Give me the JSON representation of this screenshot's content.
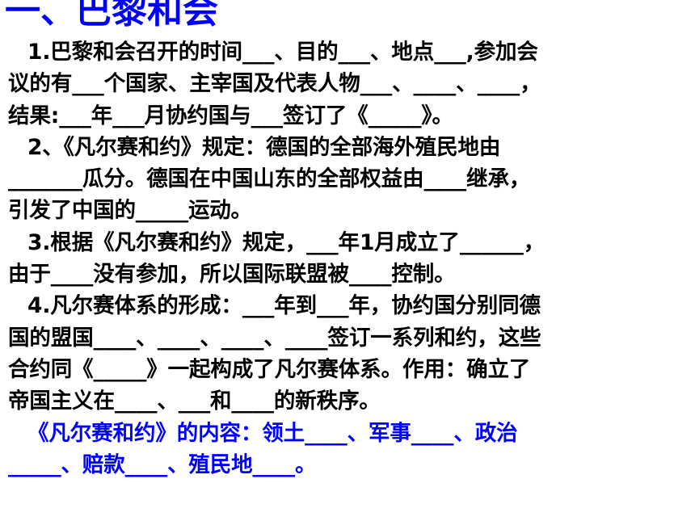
{
  "title": "一、巴黎和会",
  "accent_color": "#0000ff",
  "lines": [
    "1.巴黎和会召开的时间___、目的___、地点___,参加会",
    "议的有___个国家、主宰国及代表人物___、____、____，",
    "结果:___年___月协约国与___签订了《_____》。",
    "2、《凡尔赛和约》规定：德国的全部海外殖民地由",
    "_______瓜分。德国在中国山东的全部权益由____继承，",
    "引发了中国的_____运动。",
    "3.根据《凡尔赛和约》规定，___年1月成立了______，",
    "由于____没有参加，所以国际联盟被____控制。",
    "4.凡尔赛体系的形成：___年到___年，协约国分别同德",
    "国的盟国____、____、____、____签订一系列和约，这些",
    "合约同《_____》一起构成了凡尔赛体系。作用：确立了",
    "帝国主义在____、___和____的新秩序。",
    "《凡尔赛和约》的内容：领土____、军事____、政治",
    "_____、赔款____、殖民地____。"
  ]
}
